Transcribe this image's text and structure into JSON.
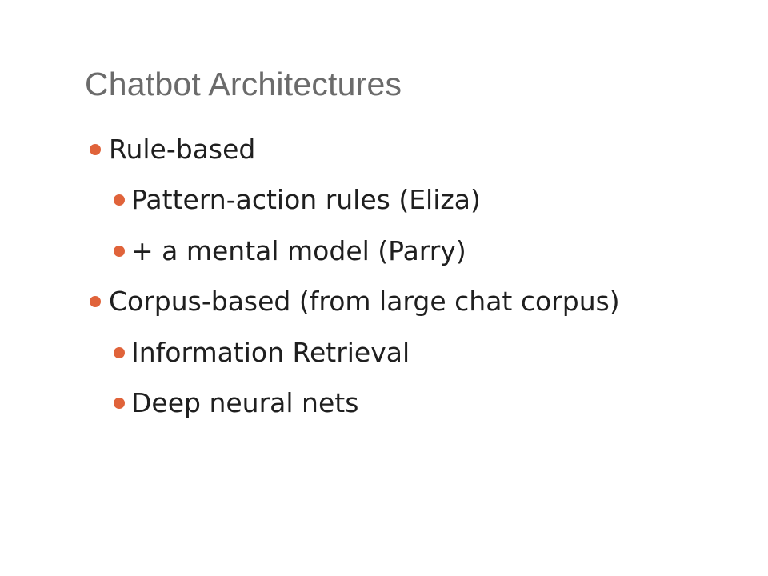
{
  "slide": {
    "title": "Chatbot Architectures",
    "accent_color": "#e0633a",
    "title_color": "#6b6b6b",
    "text_color": "#1f1f1f",
    "bullet_icon": "bullet-dot-icon",
    "bullets": [
      {
        "level": 1,
        "text": "Rule-based"
      },
      {
        "level": 2,
        "text": "Pattern-action rules (Eliza)"
      },
      {
        "level": 2,
        "text": "+ a mental model (Parry)"
      },
      {
        "level": 1,
        "text": "Corpus-based (from large chat corpus)"
      },
      {
        "level": 2,
        "text": "Information Retrieval"
      },
      {
        "level": 2,
        "text": "Deep neural nets"
      }
    ]
  }
}
